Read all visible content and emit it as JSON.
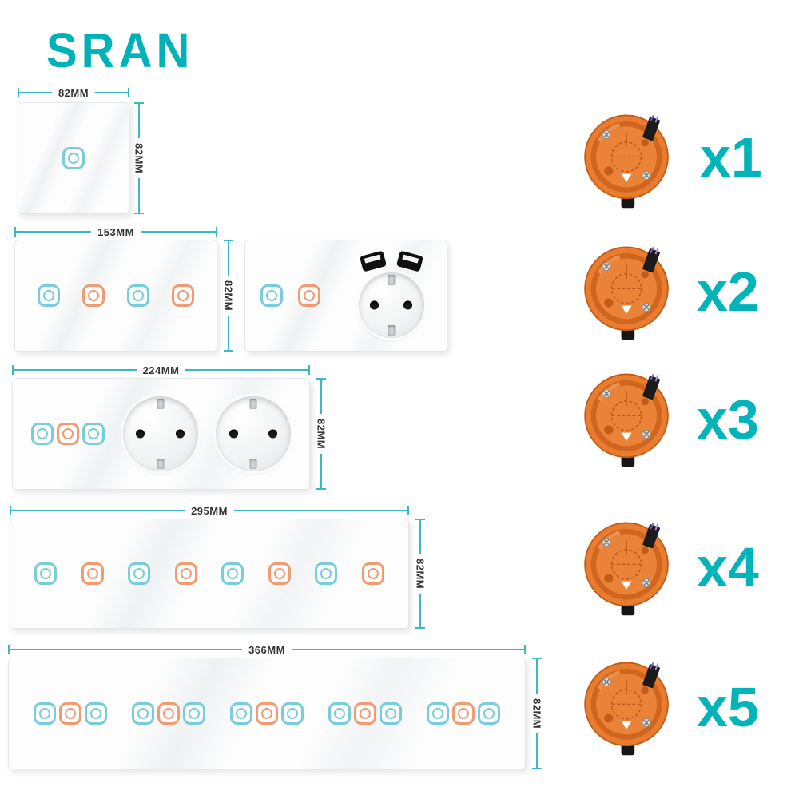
{
  "brand": {
    "name": "SRAN"
  },
  "colors": {
    "accent": "#00b2b7",
    "dim_line": "#3bb8c6",
    "button_teal": "#79ccda",
    "button_orange": "#f09b72",
    "box_orange": "#e97c2e"
  },
  "rows": [
    {
      "width_label": "82MM",
      "height_label": "82MM",
      "qty": "x1",
      "panels": [
        {
          "kind": "switch",
          "buttons": [
            "teal"
          ]
        }
      ]
    },
    {
      "width_label": "153MM",
      "height_label": "82MM",
      "qty": "x2",
      "panels": [
        {
          "kind": "switch",
          "buttons": [
            "teal",
            "orange",
            "teal",
            "orange"
          ]
        },
        {
          "kind": "switch-usb-socket",
          "buttons": [
            "teal",
            "orange"
          ]
        }
      ]
    },
    {
      "width_label": "224MM",
      "height_label": "82MM",
      "qty": "x3",
      "panels": [
        {
          "kind": "switch-2sockets",
          "buttons": [
            "teal",
            "orange",
            "teal"
          ]
        }
      ]
    },
    {
      "width_label": "295MM",
      "height_label": "82MM",
      "qty": "x4",
      "panels": [
        {
          "kind": "switch",
          "buttons": [
            "teal",
            "orange",
            "teal",
            "orange",
            "teal",
            "orange",
            "teal",
            "orange"
          ]
        }
      ]
    },
    {
      "width_label": "366MM",
      "height_label": "82MM",
      "qty": "x5",
      "panels": [
        {
          "kind": "switch-groups",
          "groups": [
            [
              "teal",
              "orange",
              "teal"
            ],
            [
              "teal",
              "orange",
              "teal"
            ],
            [
              "teal",
              "orange",
              "teal"
            ],
            [
              "teal",
              "orange",
              "teal"
            ],
            [
              "teal",
              "orange",
              "teal"
            ]
          ]
        }
      ]
    }
  ]
}
